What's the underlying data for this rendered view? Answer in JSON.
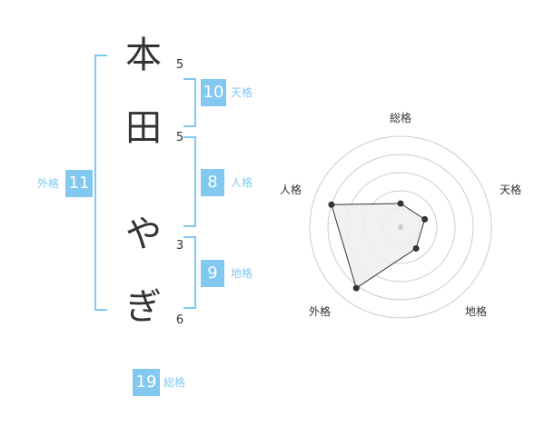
{
  "name": {
    "chars": [
      {
        "char": "本",
        "strokes": "5"
      },
      {
        "char": "田",
        "strokes": "5"
      },
      {
        "char": "や",
        "strokes": "3"
      },
      {
        "char": "ぎ",
        "strokes": "6"
      }
    ]
  },
  "fortunes": {
    "tenkaku": {
      "value": "10",
      "label": "天格"
    },
    "jinkaku": {
      "value": "8",
      "label": "人格"
    },
    "chikaku": {
      "value": "9",
      "label": "地格"
    },
    "gaikaku": {
      "value": "11",
      "label": "外格"
    },
    "soukaku": {
      "value": "19",
      "label": "総格"
    }
  },
  "radar": {
    "axes": [
      "総格",
      "天格",
      "地格",
      "外格",
      "人格"
    ],
    "values": [
      0.26,
      0.28,
      0.29,
      0.83,
      0.8
    ],
    "levels": 5,
    "colors": {
      "grid": "#cccccc",
      "fill": "#eeeeee",
      "line": "#333333",
      "point": "#333333",
      "center": "#cccccc"
    }
  }
}
